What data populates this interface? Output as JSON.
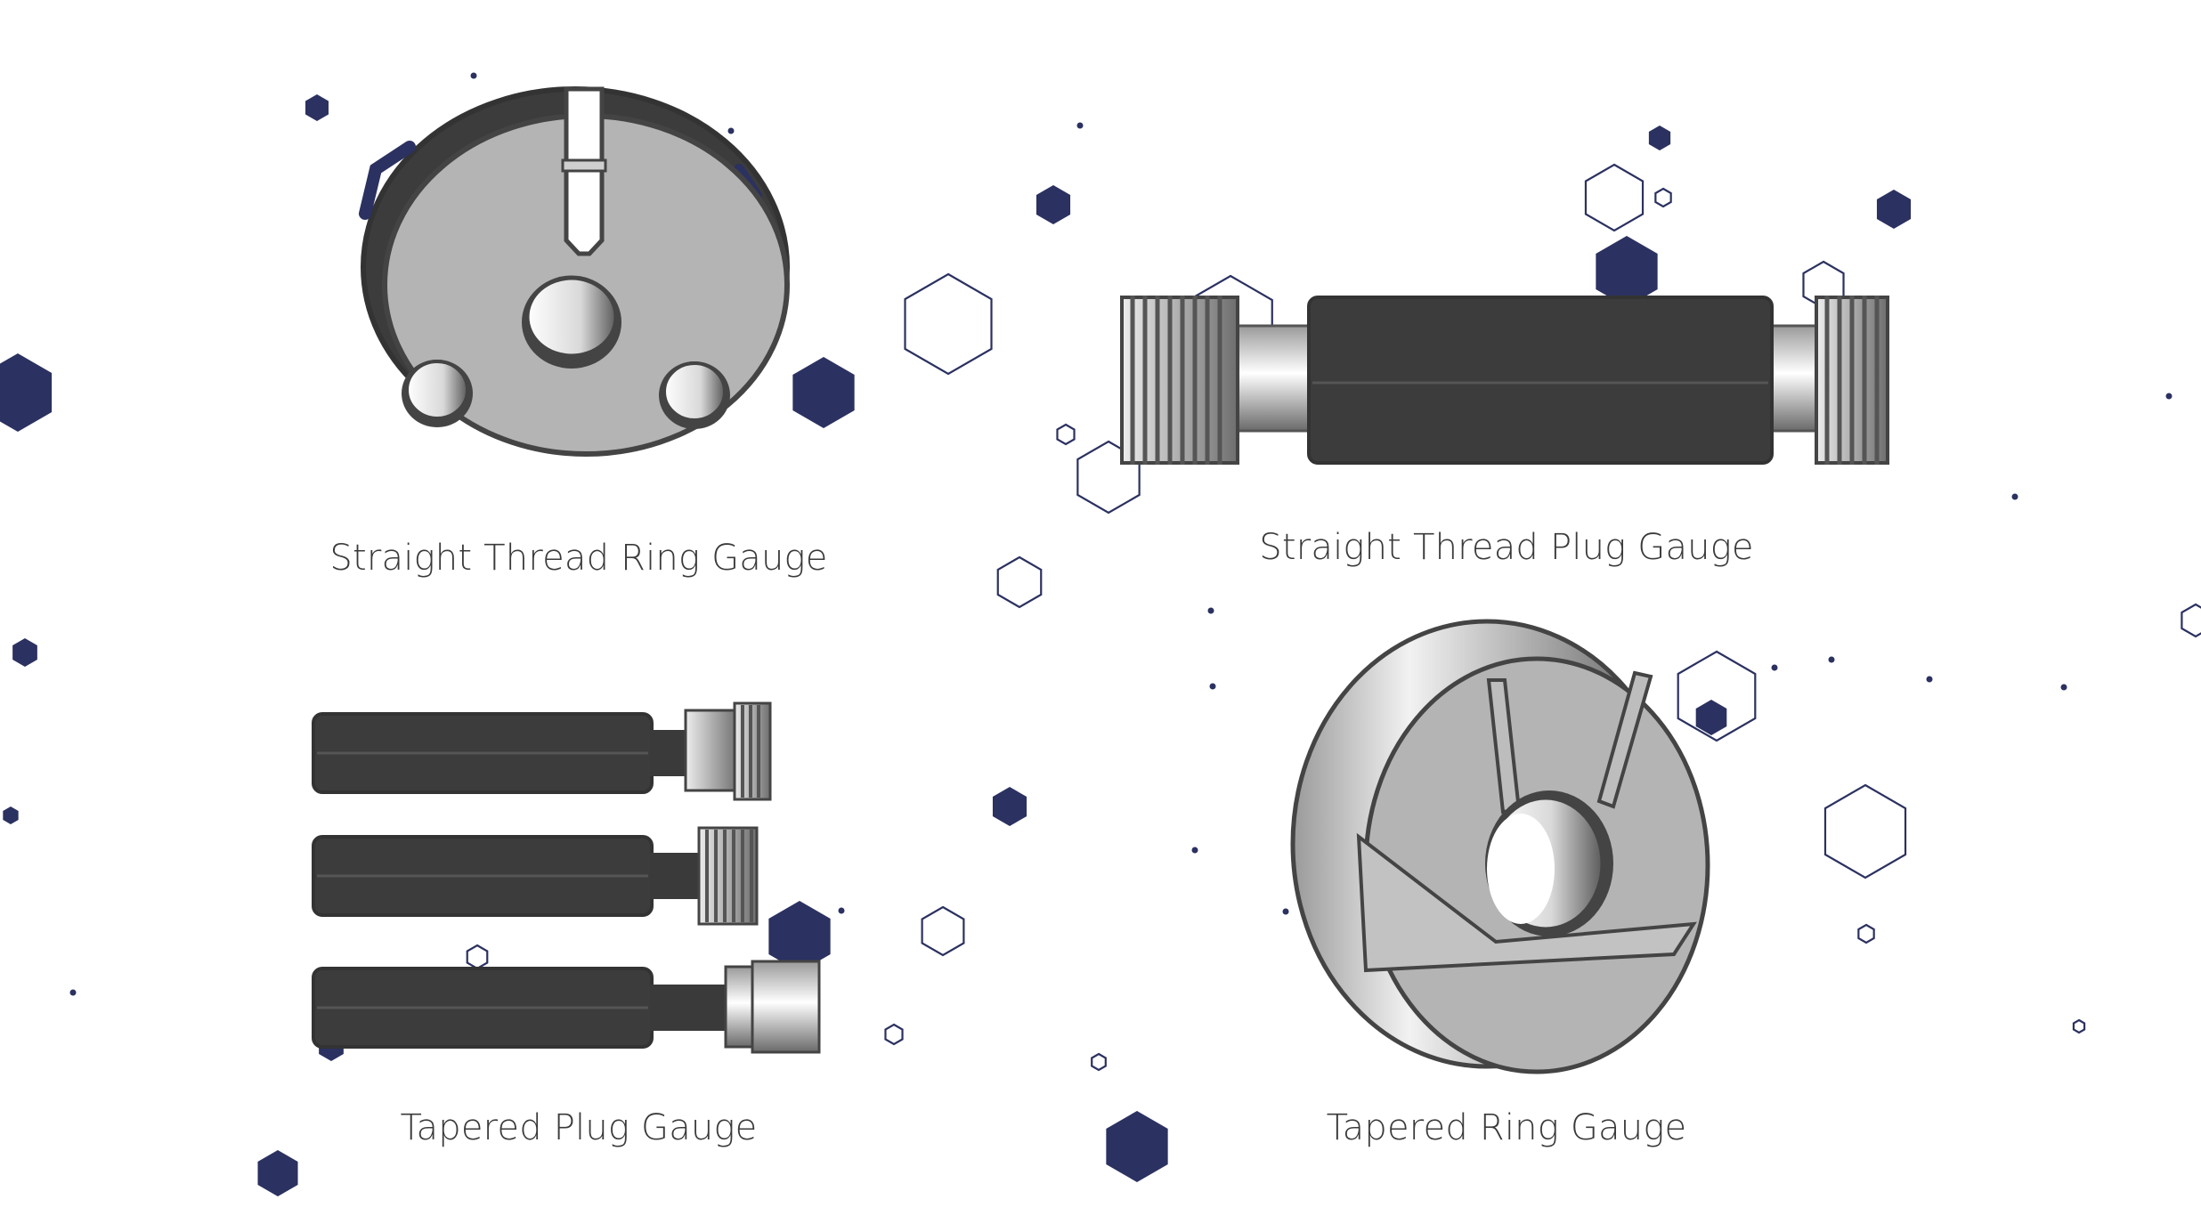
{
  "gauges": [
    {
      "id": "straight-thread-ring",
      "label": "Straight Thread Ring Gauge"
    },
    {
      "id": "straight-thread-plug",
      "label": "Straight Thread Plug Gauge"
    },
    {
      "id": "tapered-plug",
      "label": "Tapered Plug Gauge"
    },
    {
      "id": "tapered-ring",
      "label": "Tapered Ring Gauge"
    }
  ],
  "colors": {
    "background": "#ffffff",
    "accent_hex": "#2b3160",
    "steel_light": "#b8b8b8",
    "steel_dark": "#3c3c3c",
    "outline": "#444444",
    "caption_text": "#3a3a3a"
  },
  "decor_icons": [
    "hexagon-filled-icon",
    "hexagon-outline-icon",
    "dot-icon"
  ]
}
